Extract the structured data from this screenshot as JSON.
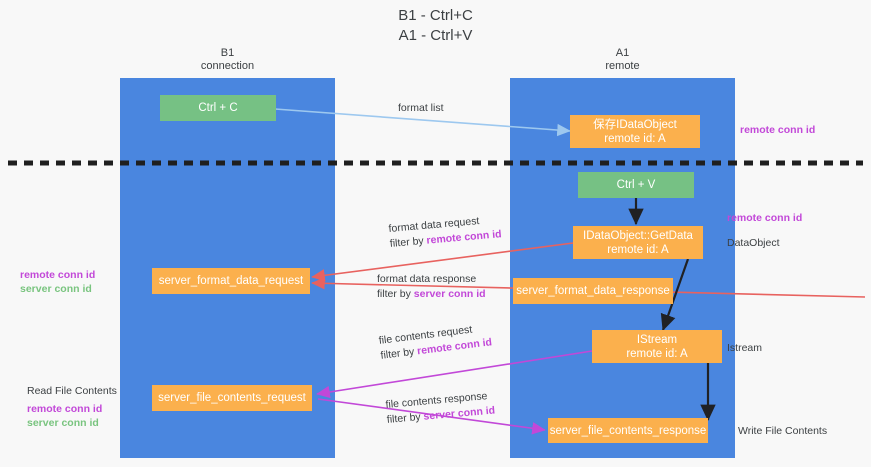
{
  "title": "B1 - Ctrl+C\nA1 - Ctrl+V",
  "colors": {
    "band": "#4a86df",
    "green_node": "#76c184",
    "orange_node": "#fbb04d",
    "remote_conn_id": "#c248d8",
    "server_conn_id": "#79c47f",
    "format_list_arrow": "#9dc8ef",
    "format_data_arrow": "#e8625f",
    "file_contents_arrow": "#c248d8",
    "black_arrow": "#202124",
    "divider": "#1f1f1f",
    "background": "#f8f8f8"
  },
  "columns": [
    {
      "name": "B1",
      "sub": "connection",
      "header": "B1\nconnection"
    },
    {
      "name": "A1",
      "sub": "remote",
      "header": "A1\nremote"
    }
  ],
  "nodes": [
    {
      "id": "ctrl-c",
      "label": "Ctrl + C",
      "style": "green"
    },
    {
      "id": "save-idataobject",
      "label": "保存IDataObject\nremote id: A",
      "style": "orange"
    },
    {
      "id": "ctrl-v",
      "label": "Ctrl + V",
      "style": "green"
    },
    {
      "id": "idataobject-getdata",
      "label": "IDataObject::GetData\nremote id: A",
      "style": "orange"
    },
    {
      "id": "server-format-data-request",
      "label": "server_format_data_request",
      "style": "orange"
    },
    {
      "id": "server-format-data-response",
      "label": "server_format_data_response",
      "style": "orange"
    },
    {
      "id": "istream",
      "label": "IStream\nremote id: A",
      "style": "orange"
    },
    {
      "id": "server-file-contents-request",
      "label": "server_file_contents_request",
      "style": "orange"
    },
    {
      "id": "server-file-contents-response",
      "label": "server_file_contents_response",
      "style": "orange"
    }
  ],
  "edge_labels": {
    "format_list": "format list",
    "format_data_request": "format data request",
    "format_data_request_filter_prefix": "filter by ",
    "format_data_request_filter_key": "remote conn id",
    "format_data_response": "format data response",
    "format_data_response_filter_prefix": "filter by ",
    "format_data_response_filter_key": "server conn id",
    "file_contents_request": "file contents request",
    "file_contents_request_filter_prefix": "filter by ",
    "file_contents_request_filter_key": "remote conn id",
    "file_contents_response": "file contents response",
    "file_contents_response_filter_prefix": "filter by ",
    "file_contents_response_filter_key": "server conn id"
  },
  "right_labels": {
    "remote_conn_id_top": "remote conn id",
    "remote_conn_id_mid": "remote conn id",
    "data_object": "DataObject",
    "istream": "Istream",
    "write_file_contents": "Write File Contents"
  },
  "left_labels": {
    "remote_conn_id_mid": "remote conn id",
    "server_conn_id_mid": "server conn id",
    "read_file_contents": "Read File Contents",
    "remote_conn_id_bottom": "remote conn id",
    "server_conn_id_bottom": "server conn id"
  }
}
